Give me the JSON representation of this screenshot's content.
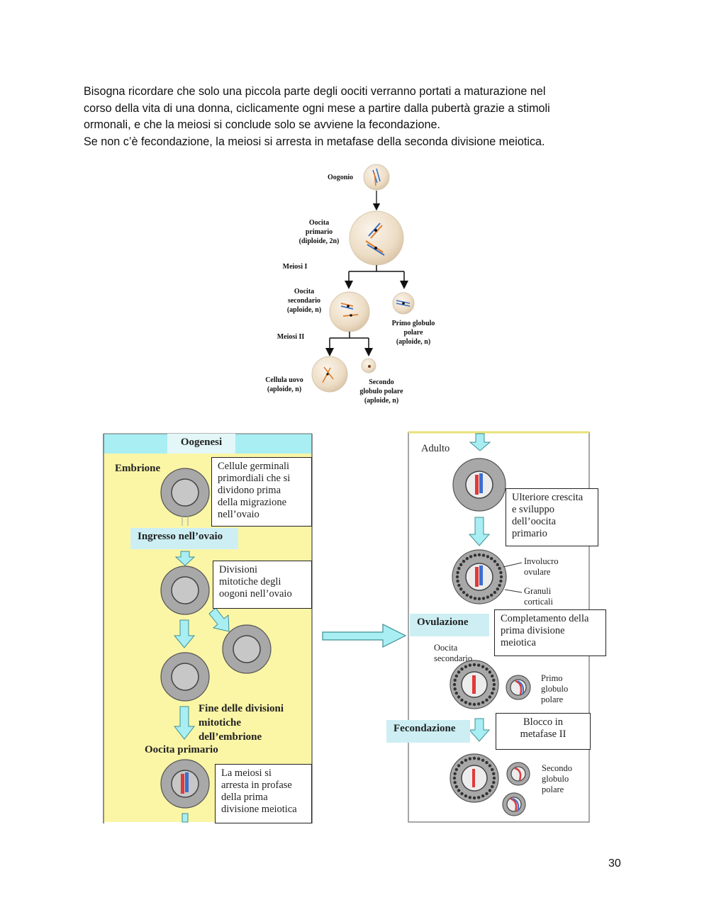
{
  "paragraph": {
    "line1": "Bisogna ricordare che solo una piccola parte degli oociti verranno portati a maturazione nel",
    "line2": "corso della vita di una donna, ciclicamente ogni mese a partire dalla pubertà grazie a stimoli",
    "line3": "ormonali, e che la meiosi si conclude solo se avviene la fecondazione.",
    "line4": "Se non c’è fecondazione, la meiosi si arresta in metafase della seconda divisione meiotica."
  },
  "top_diagram": {
    "oogonio": "Oogonio",
    "oocita_primario": [
      "Oocita",
      "primario",
      "(diploide, 2n)"
    ],
    "meiosi_1": "Meiosi I",
    "oocita_secondario": [
      "Oocita",
      "secondario",
      "(aploide, n)"
    ],
    "primo_globulo": [
      "Primo globulo",
      "polare",
      "(aploide, n)"
    ],
    "meiosi_2": "Meiosi II",
    "cellula_uovo": [
      "Cellula uovo",
      "(aploide, n)"
    ],
    "secondo_globulo": [
      "Secondo",
      "globulo polare",
      "(aploide, n)"
    ]
  },
  "left_panel": {
    "title": "Oogenesi",
    "embrione": "Embrione",
    "box1": [
      "Cellule germinali",
      "primordiali che si",
      "dividono prima",
      "della migrazione",
      "nell’ovaio"
    ],
    "ingresso": "Ingresso nell’ovaio",
    "box2": [
      "Divisioni",
      "mitotiche degli",
      "oogoni nell’ovaio"
    ],
    "fine": [
      "Fine delle divisioni",
      "mitotiche",
      "dell’embrione"
    ],
    "oocita_primario": "Oocita primario",
    "box3": [
      "La meiosi si",
      "arresta in profase",
      "della prima",
      "divisione meiotica"
    ]
  },
  "right_panel": {
    "adulto": "Adulto",
    "box1": [
      "Ulteriore crescita",
      "e sviluppo",
      "dell’oocita",
      "primario"
    ],
    "involucro": [
      "Involucro",
      "ovulare"
    ],
    "granuli": [
      "Granuli",
      "corticali"
    ],
    "ovulazione": "Ovulazione",
    "box2": [
      "Completamento della",
      "prima divisione",
      "meiotica"
    ],
    "oocita_secondario": [
      "Oocita",
      "secondario"
    ],
    "primo_globulo": [
      "Primo",
      "globulo",
      "polare"
    ],
    "fecondazione": "Fecondazione",
    "box3": [
      "Blocco in",
      "metafase II"
    ],
    "secondo_globulo": [
      "Secondo",
      "globulo",
      "polare"
    ]
  },
  "colors": {
    "yellow_bg": "#fbf6a6",
    "cyan": "#a8eef2",
    "cyan_label": "#cdeff4",
    "cell_gray": "#a8a8a8",
    "cell_beige": "#f0e4d2"
  },
  "page_number": "30"
}
